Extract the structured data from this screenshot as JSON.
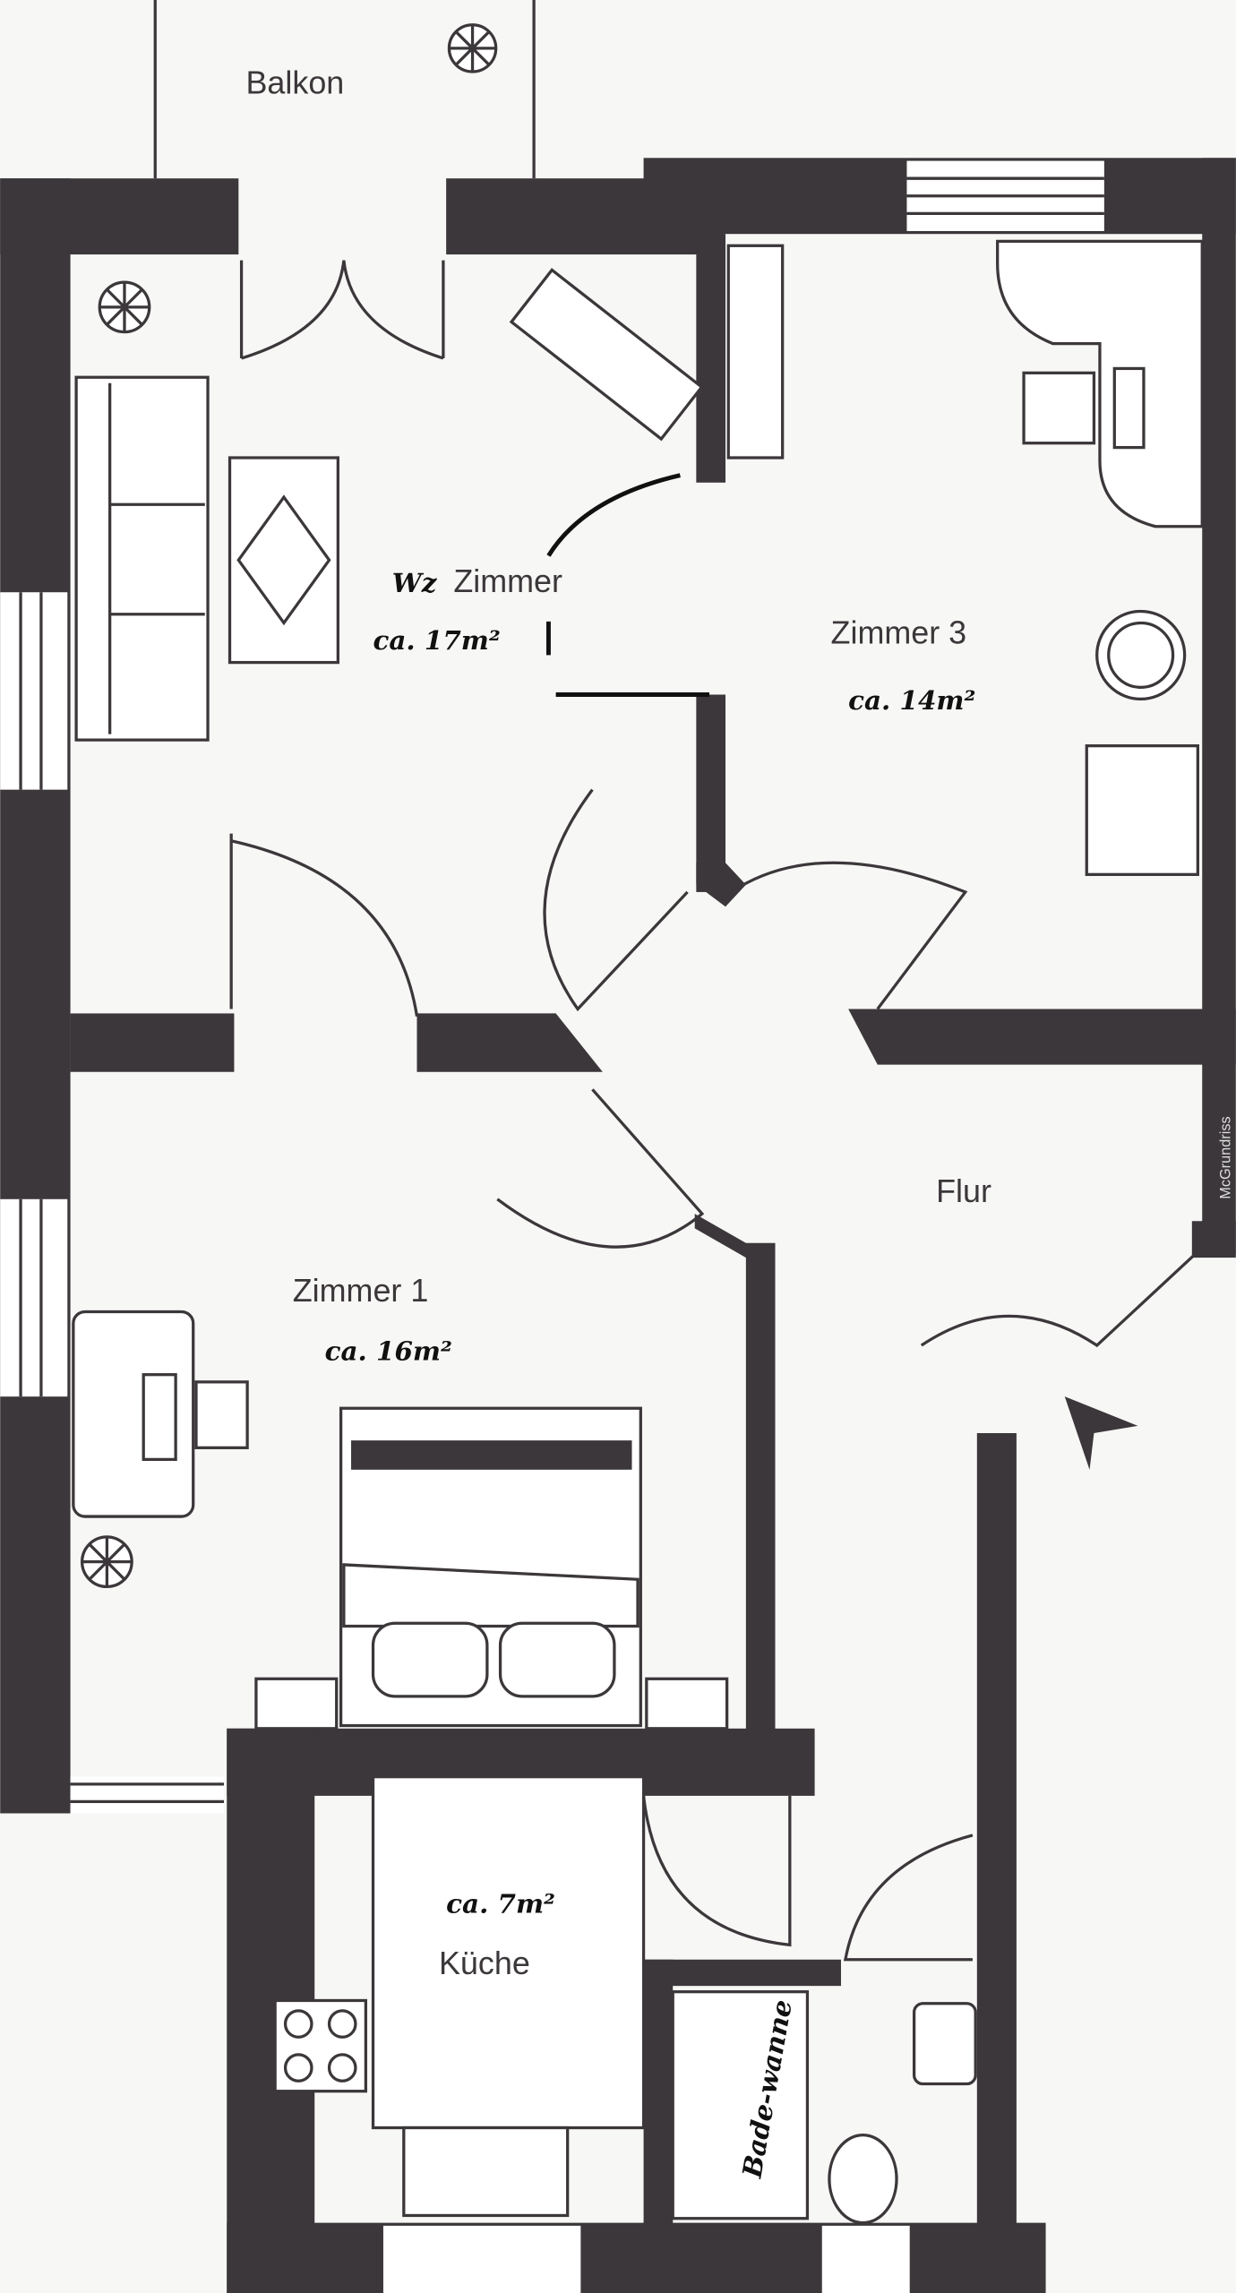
{
  "rooms": {
    "balcony": {
      "name": "Balkon"
    },
    "living": {
      "prefix": "Wz",
      "name": "Zimmer",
      "area": "ca. 17m²"
    },
    "room3": {
      "name": "Zimmer 3",
      "area": "ca. 14m²"
    },
    "hallway": {
      "name": "Flur"
    },
    "room1": {
      "name": "Zimmer 1",
      "area": "ca. 16m²"
    },
    "kitchen": {
      "name": "Küche",
      "area": "ca. 7m²"
    },
    "bath": {
      "tub_label": "Bade-wanne"
    }
  },
  "watermark": "McGrundriss",
  "colors": {
    "wall": "#3b373a",
    "paper": "#f7f7f5"
  }
}
